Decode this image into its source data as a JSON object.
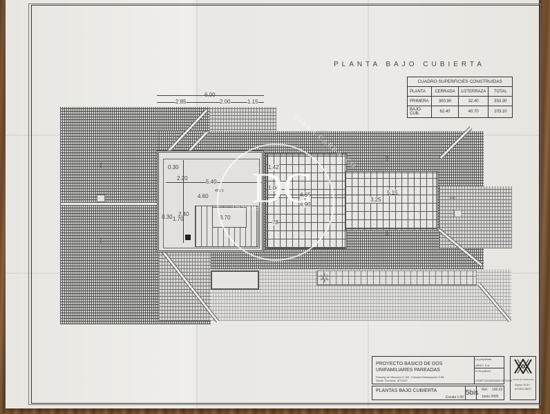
{
  "drawing": {
    "title": "PLANTA BAJO CUBIERTA",
    "surface_table": {
      "caption": "CUADRO SUPERFICIES CONSTRUIDAS",
      "headers": [
        "PLANTA",
        "CERRADA",
        "1/2TERRAZA",
        "TOTAL"
      ],
      "rows": [
        [
          "PRIMERA",
          "300.90",
          "32.40",
          "333.30"
        ],
        [
          "BAJO-CUB.",
          "62.40",
          "40.70",
          "103.10"
        ]
      ]
    },
    "dimensions": {
      "top_total": "6.00",
      "top_segments": [
        "2.85",
        "2.00",
        "1.15"
      ],
      "room_left": [
        "0.30",
        "2.20",
        "5.40",
        "4.60",
        "0.30",
        "1.70",
        "2.40",
        "3.70"
      ],
      "room_label": "450 5",
      "terrace": [
        "1.42",
        "1.04",
        "4.55",
        "4.90",
        "5.15",
        "3.25",
        "78"
      ]
    },
    "cartouche": {
      "project_line1": "PROYECTO BASICO DE DOS",
      "project_line2": "UNIFAMILIARES PAREADAS",
      "address_line1": "Passeig de Vilanova nº 181, C/Antoni Muntanyola nº 88",
      "address_line2": "Sector Terramar,  SITGES",
      "owner_label": "La propiedad",
      "owner_value": "ARRO, S.A.",
      "architect_label": "El Arquitecto",
      "architect_value": "JOSEP CASADEMUNT ARTIGAS",
      "sheet_title": "PLANTAS BAJO CUBIERTA",
      "scale": "Escala 1:50",
      "sheet_number": "5bis",
      "ref_label": "Ref.",
      "ref_value": "106.03",
      "date": "Junio 2005",
      "logo_caption_line1": "estudio de arquitectura",
      "logo_caption_line2": "Equipo 16 M.I.",
      "logo_caption_line3": "SITGES 08870"
    },
    "watermark": {
      "letters": "DC",
      "arc_text": "DIANA CARRASCO",
      "small_text": "home"
    }
  }
}
